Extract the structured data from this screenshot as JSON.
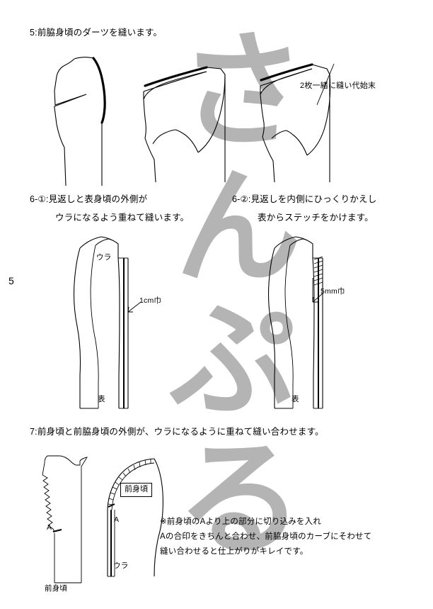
{
  "document": {
    "page_number": "5",
    "watermark_text": "さんぷる",
    "watermark_chars": [
      "さ",
      "ん",
      "ぷ",
      "る"
    ]
  },
  "steps": {
    "step5": {
      "heading": "5:前脇身頃のダーツを縫います。",
      "callout_seam_finish": "2枚一緒に縫い代始末"
    },
    "step6_1": {
      "heading_line1": "6-①:見返しと表身頃の外側が",
      "heading_line2": "ウラになるよう重ねて縫います。",
      "label_ura": "ウラ",
      "label_omote": "表",
      "label_width": "1cm巾"
    },
    "step6_2": {
      "heading_line1": "6-②:見返しを内側にひっくりかえし",
      "heading_line2": "表からステッチをかけます。",
      "label_omote": "表",
      "label_width": "5mm巾"
    },
    "step7": {
      "heading": "7:前身頃と前脇身頃の外側が、ウラになるように重ねて縫い合わせます。",
      "label_maemigoro_left": "前身頃",
      "label_maemigoro_boxed": "前身頃",
      "label_ura": "ウラ",
      "mark_a_left": "A",
      "mark_a_right": "A",
      "note_line1": "※前身頃のAより上の部分に切り込みを入れ",
      "note_line2": "Aの合印をきちんと合わせ、前脇身頃のカーブにそわせて",
      "note_line3": "縫い合わせると仕上がりがキレイです。"
    }
  },
  "colors": {
    "ink": "#000000",
    "watermark_gray": "#b4b4b4",
    "paper": "#ffffff"
  }
}
